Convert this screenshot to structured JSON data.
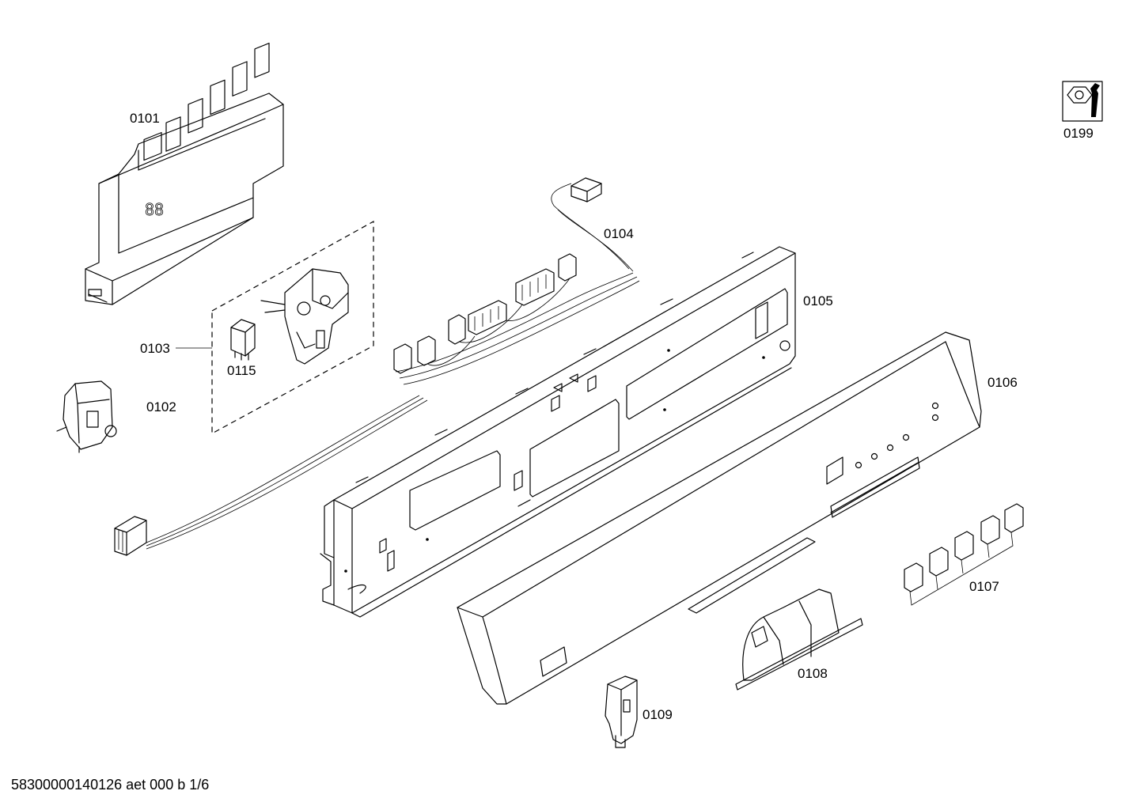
{
  "labels": {
    "p0101": "0101",
    "p0102": "0102",
    "p0103": "0103",
    "p0104": "0104",
    "p0105": "0105",
    "p0106": "0106",
    "p0107": "0107",
    "p0108": "0108",
    "p0109": "0109",
    "p0115": "0115",
    "p0199": "0199"
  },
  "footer": {
    "code": "58300000140126 aet 000 b 1/6"
  },
  "icons": {
    "tool": "wrench-nut-icon"
  },
  "colors": {
    "line": "#000000",
    "background": "#ffffff"
  }
}
